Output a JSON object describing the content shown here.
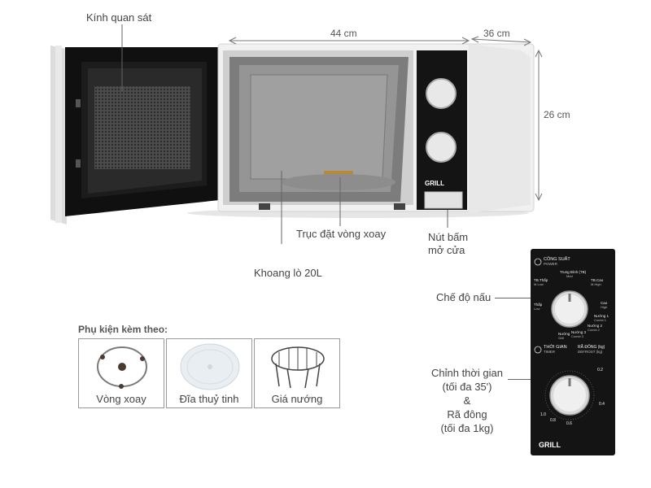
{
  "colors": {
    "body_white": "#f1f1f1",
    "door_black": "#111111",
    "cavity_gray": "#8a8a8a",
    "panel_black": "#141414",
    "leader_line": "#666666"
  },
  "dimensions": {
    "width": "44 cm",
    "depth": "36 cm",
    "height": "26 cm"
  },
  "callouts": {
    "viewing_window": "Kính quan sát",
    "turntable_shaft": "Trục đặt vòng xoay",
    "cavity": "Khoang lò 20L",
    "door_button_line1": "Nút bấm",
    "door_button_line2": "mở cửa",
    "cooking_mode": "Chế độ nấu",
    "timer_line1": "Chỉnh thời gian",
    "timer_line2": "(tối đa 35')",
    "timer_line3": "&",
    "timer_line4": "Rã đông",
    "timer_line5": "(tối đa 1kg)"
  },
  "accessories": {
    "title": "Phụ kiện kèm theo:",
    "items": [
      {
        "label": "Vòng xoay",
        "icon": "turntable-ring-icon"
      },
      {
        "label": "Đĩa thuỷ tinh",
        "icon": "glass-plate-icon"
      },
      {
        "label": "Giá nướng",
        "icon": "grill-rack-icon"
      }
    ]
  },
  "panel": {
    "power_vi": "CÔNG SUẤT",
    "power_en": "POWER",
    "medium_vi": "Trung Bình (TB)",
    "medium_en": "Med",
    "medlow_vi": "TB.Thấp",
    "medlow_en": "M.Low",
    "medhigh_vi": "TB.Cao",
    "medhigh_en": "M.High",
    "low_vi": "Thấp",
    "low_en": "Low",
    "high_vi": "Cao",
    "high_en": "High",
    "grill_vi": "Nướng",
    "grill_en": "Grill",
    "combo1_vi": "Nướng 1",
    "combo1_en": "Combi 1",
    "combo2_vi": "Nướng 2",
    "combo2_en": "Combi 2",
    "combo3_vi": "Nướng 3",
    "combo3_en": "Combi 3",
    "timer_vi": "THỜI GIAN",
    "timer_en": "TIMER",
    "defrost_vi": "RÃ ĐÔNG (kg)",
    "defrost_en": "DEFROST (kg)",
    "w_0_2": "0.2",
    "w_0_4": "0.4",
    "w_0_6": "0.6",
    "w_0_8": "0.8",
    "w_1_0": "1.0",
    "brand": "GRILL"
  }
}
